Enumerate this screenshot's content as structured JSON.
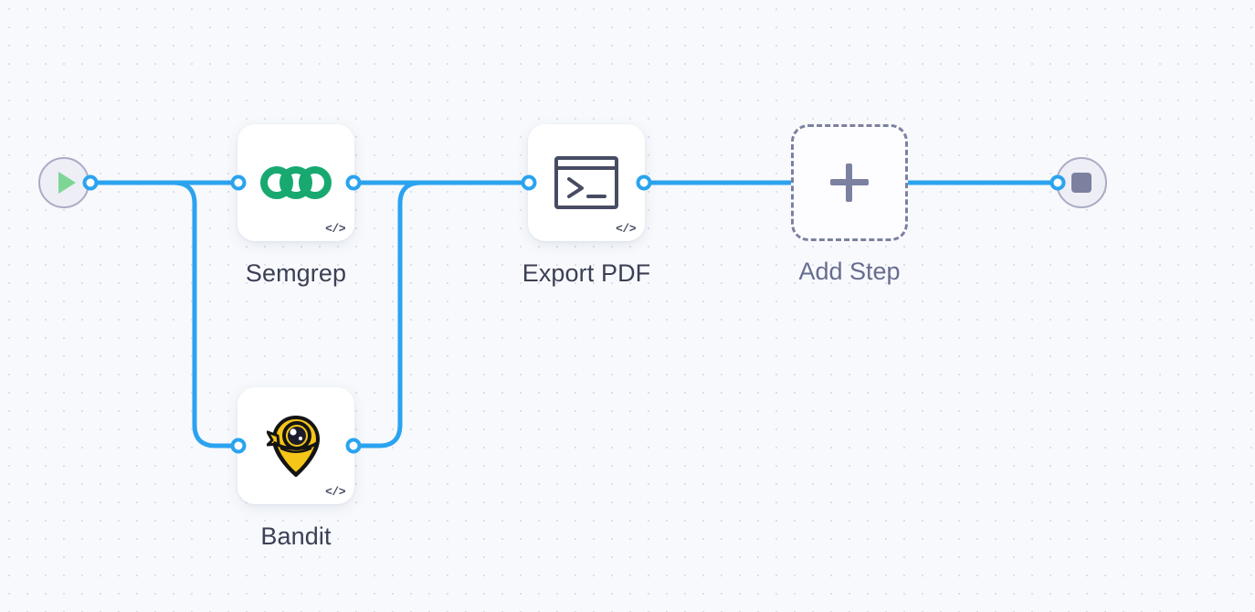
{
  "canvas": {
    "background_color": "#f7f9fc",
    "grid_dot_color": "#dcdfe8",
    "edge_color": "#2ba3ef",
    "handle_color": "#2ba3ef"
  },
  "start_node": {
    "name": "start",
    "icon": "play-icon",
    "icon_color": "#7ed696",
    "circle_fill": "#eeeef6",
    "circle_border": "#a9acc4"
  },
  "end_node": {
    "name": "end",
    "icon": "stop-icon",
    "icon_color": "#7c81a0",
    "circle_fill": "#eeeef6",
    "circle_border": "#a9acc4"
  },
  "nodes": [
    {
      "id": "semgrep",
      "label": "Semgrep",
      "icon": "semgrep-logo-icon",
      "icon_color": "#18a971",
      "badge": "</>"
    },
    {
      "id": "bandit",
      "label": "Bandit",
      "icon": "bandit-logo-icon",
      "icon_color": "#f5c518",
      "badge": "</>"
    },
    {
      "id": "export-pdf",
      "label": "Export PDF",
      "icon": "terminal-icon",
      "icon_color": "#474c63",
      "badge": "</>"
    }
  ],
  "add_step": {
    "label": "Add Step",
    "icon": "plus-icon",
    "border_color": "#7c81a0",
    "label_color": "#676d8f"
  }
}
